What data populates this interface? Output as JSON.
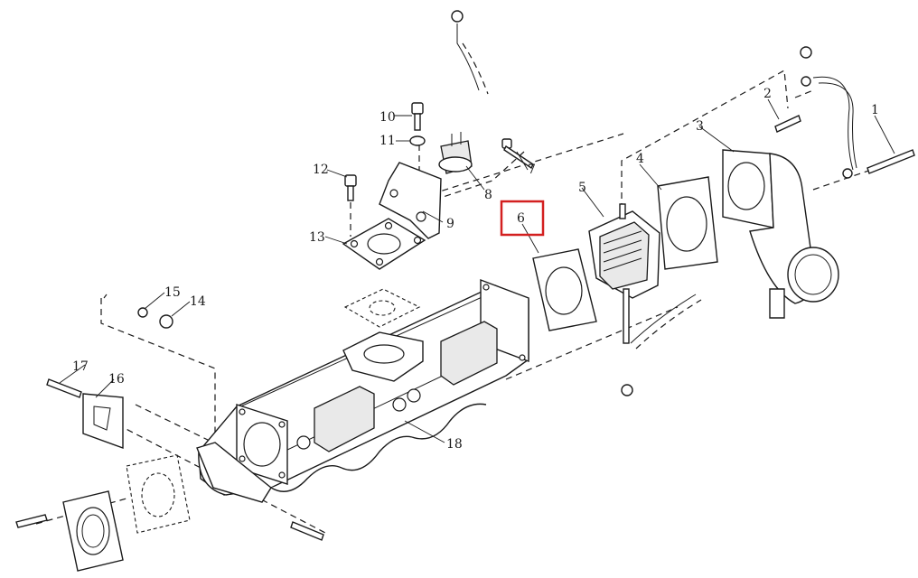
{
  "highlight_color": "#d32020",
  "highlighted_callout": "6",
  "callouts": [
    "1",
    "2",
    "3",
    "4",
    "5",
    "6",
    "7",
    "8",
    "9",
    "10",
    "11",
    "12",
    "13",
    "14",
    "15",
    "16",
    "17",
    "18"
  ]
}
